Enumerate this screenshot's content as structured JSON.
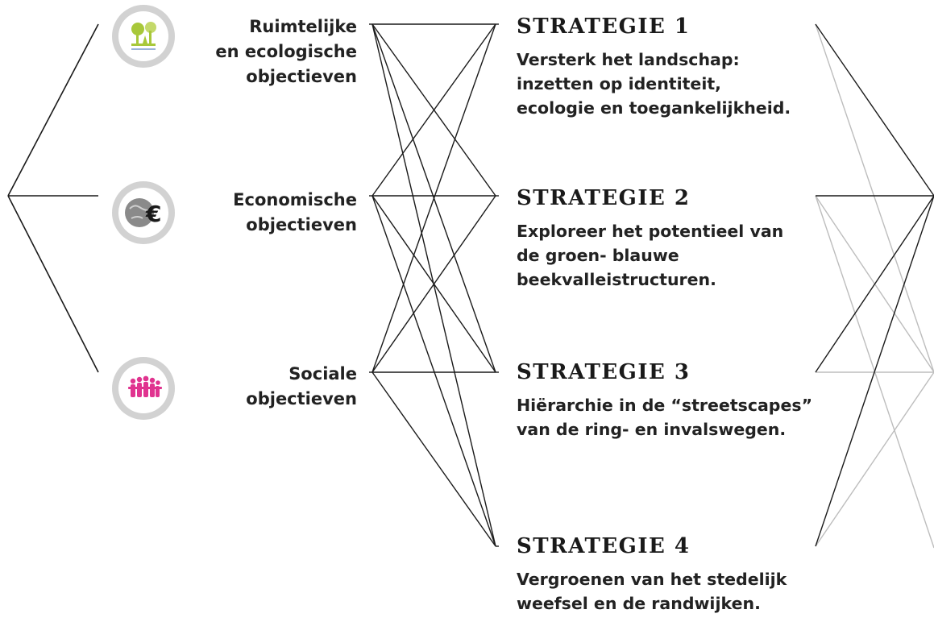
{
  "objectives": [
    {
      "label": "Ruimtelijke\nen ecologische\nobjectieven",
      "icon": "ecology-icon"
    },
    {
      "label": "Economische\nobjectieven",
      "icon": "economy-euro-icon"
    },
    {
      "label": "Sociale\nobjectieven",
      "icon": "social-people-icon"
    }
  ],
  "strategies": [
    {
      "title": "STRATEGIE 1",
      "description": "Versterk het landschap:\ninzetten op identiteit,\necologie en toegankelijkheid."
    },
    {
      "title": "STRATEGIE 2",
      "description": "Exploreer het potentieel van\nde groen- blauwe\nbeekvalleistructuren."
    },
    {
      "title": "STRATEGIE 3",
      "description": "Hiërarchie in de “streetscapes”\nvan de ring- en invalswegen."
    },
    {
      "title": "STRATEGIE 4",
      "description": "Vergroenen van het stedelijk\nweefsel en de randwijken."
    }
  ],
  "colors": {
    "line": "#1a1a1a",
    "line_faint": "#bdbdbd",
    "icon_ring": "#d2d2d2",
    "ecology_green": "#a8c83a",
    "social_pink": "#e0338f",
    "economy_grey": "#8a8a8a"
  }
}
